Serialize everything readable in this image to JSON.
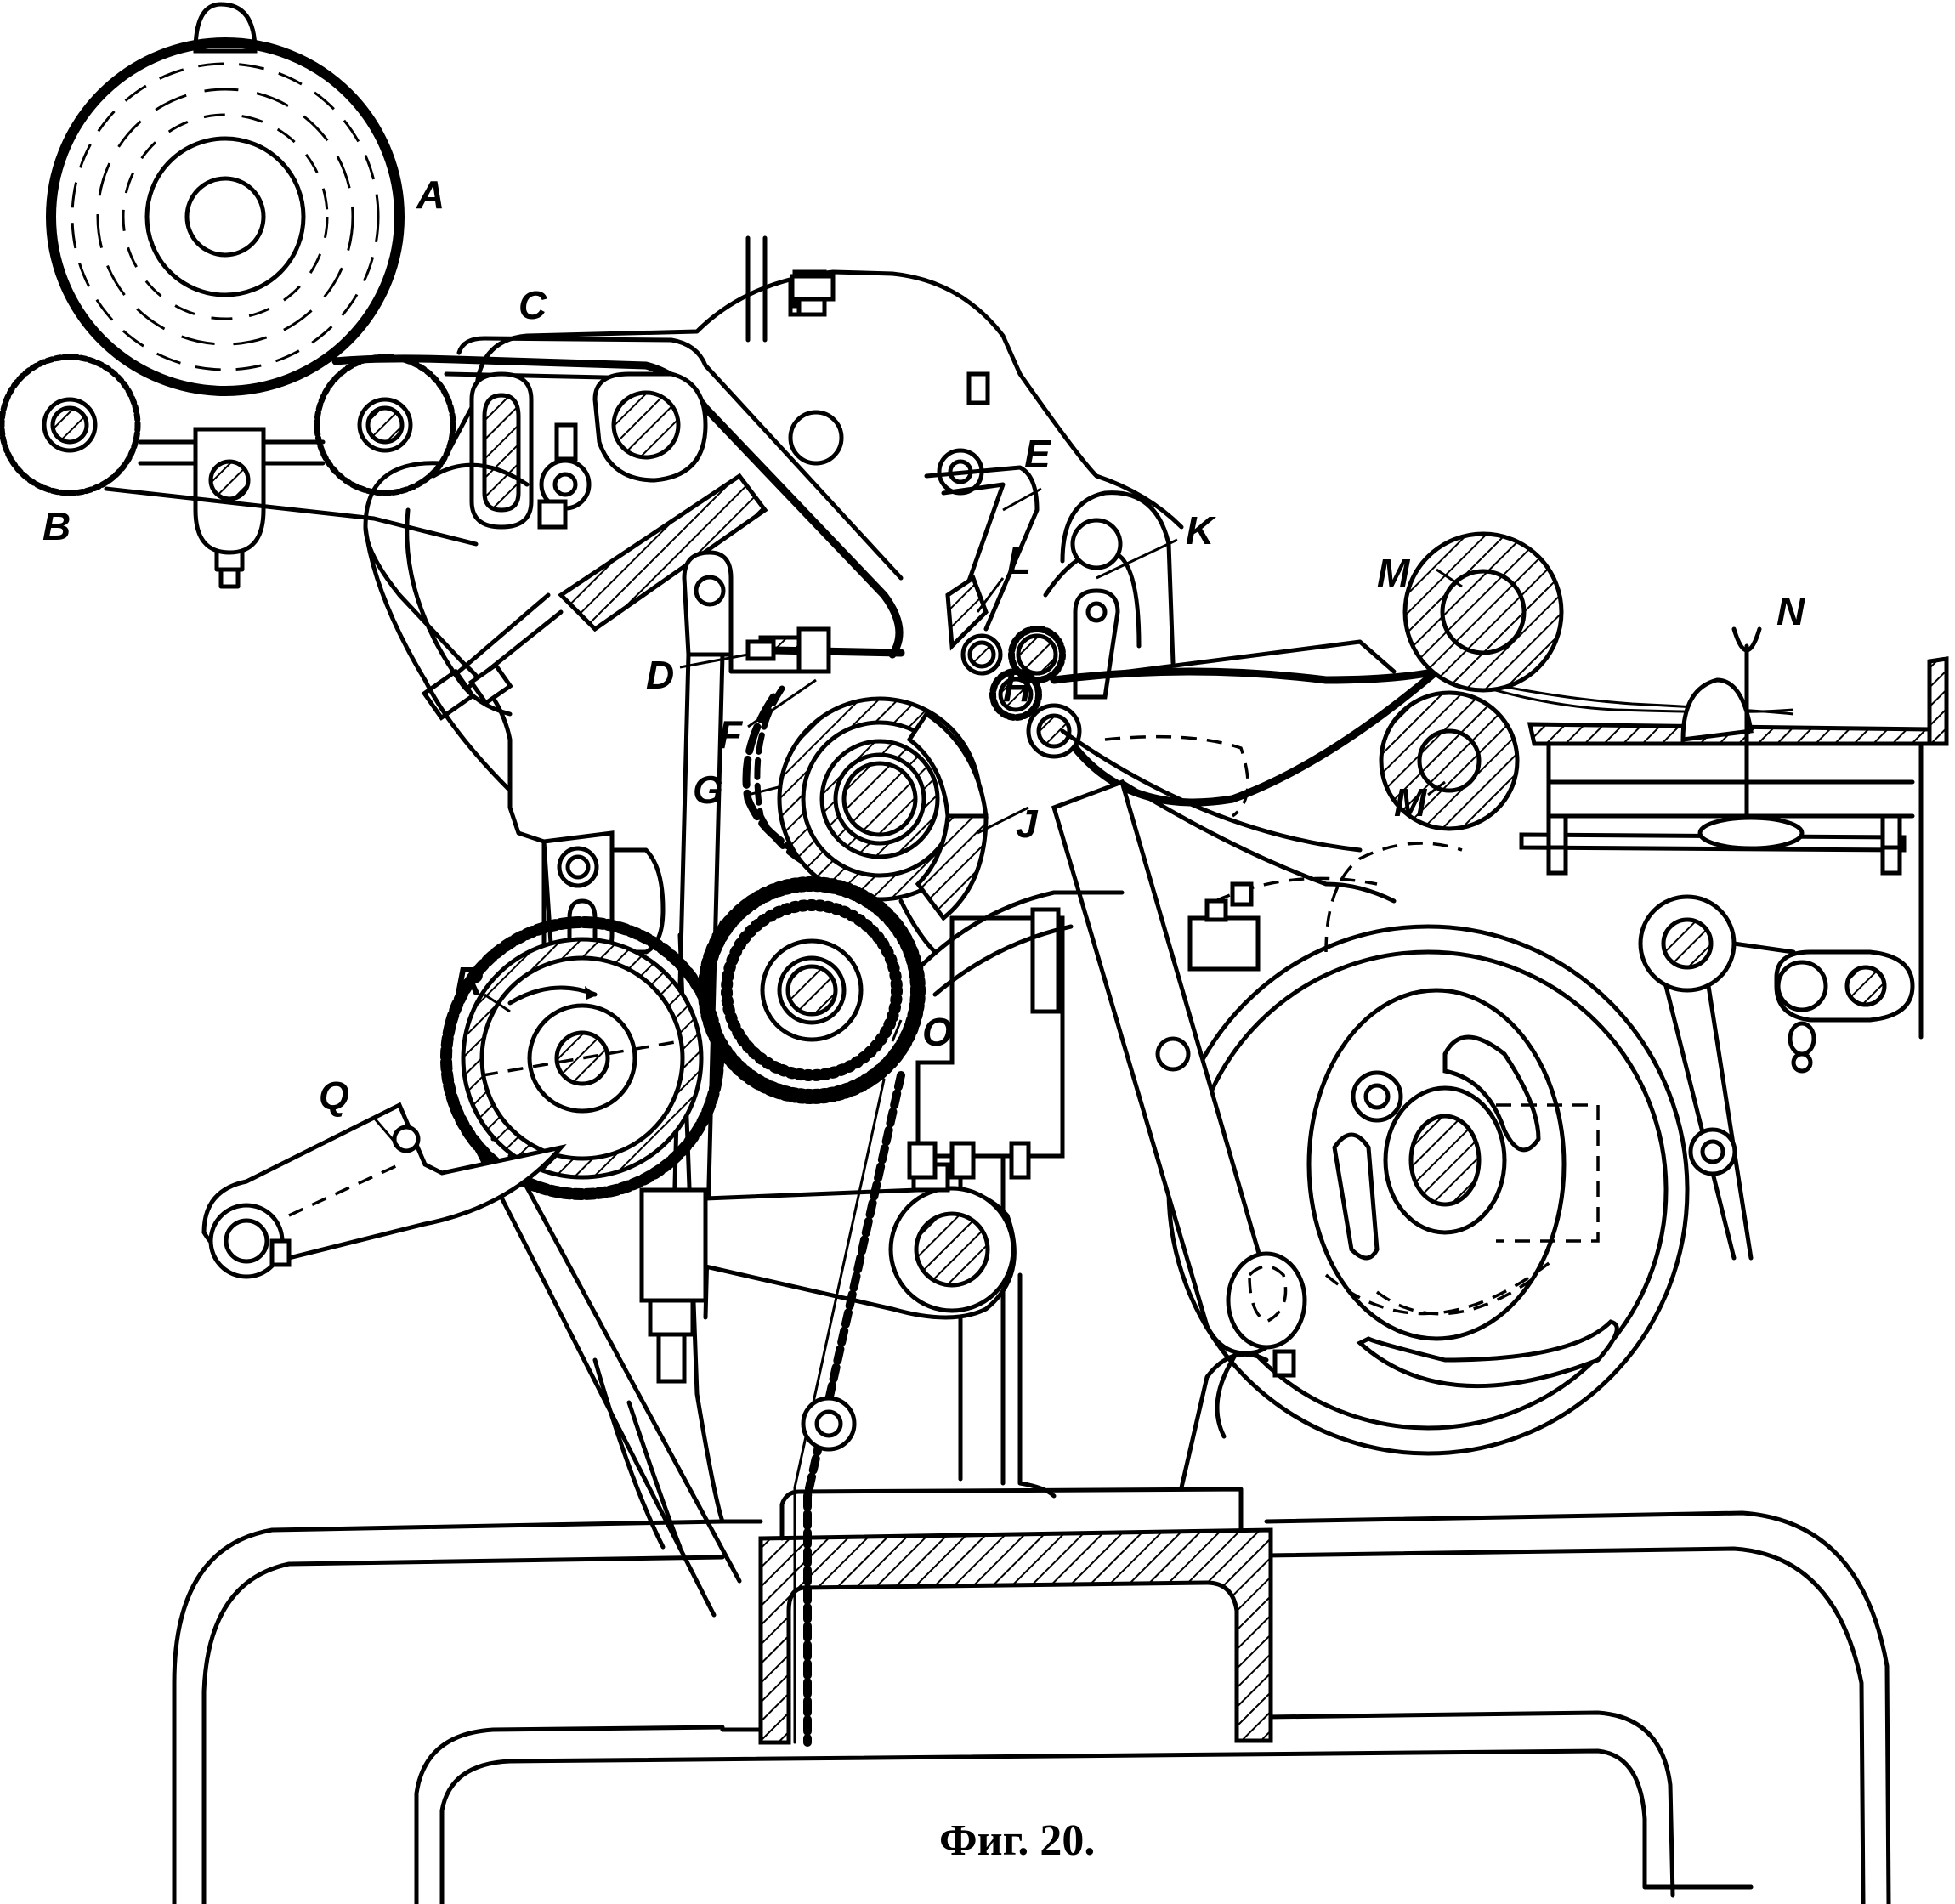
{
  "figure": {
    "caption": "Фиг. 20.",
    "ink_color": "#000000",
    "paper_color": "#ffffff"
  },
  "labels": {
    "A": "A",
    "B": "B",
    "C": "C",
    "D": "D",
    "E": "E",
    "F": "F",
    "G": "G",
    "H": "H",
    "J": "J",
    "K": "K",
    "L": "L",
    "M_top": "M",
    "M_bottom": "M",
    "N": "N",
    "O": "O",
    "Q": "Q",
    "R": "R"
  }
}
